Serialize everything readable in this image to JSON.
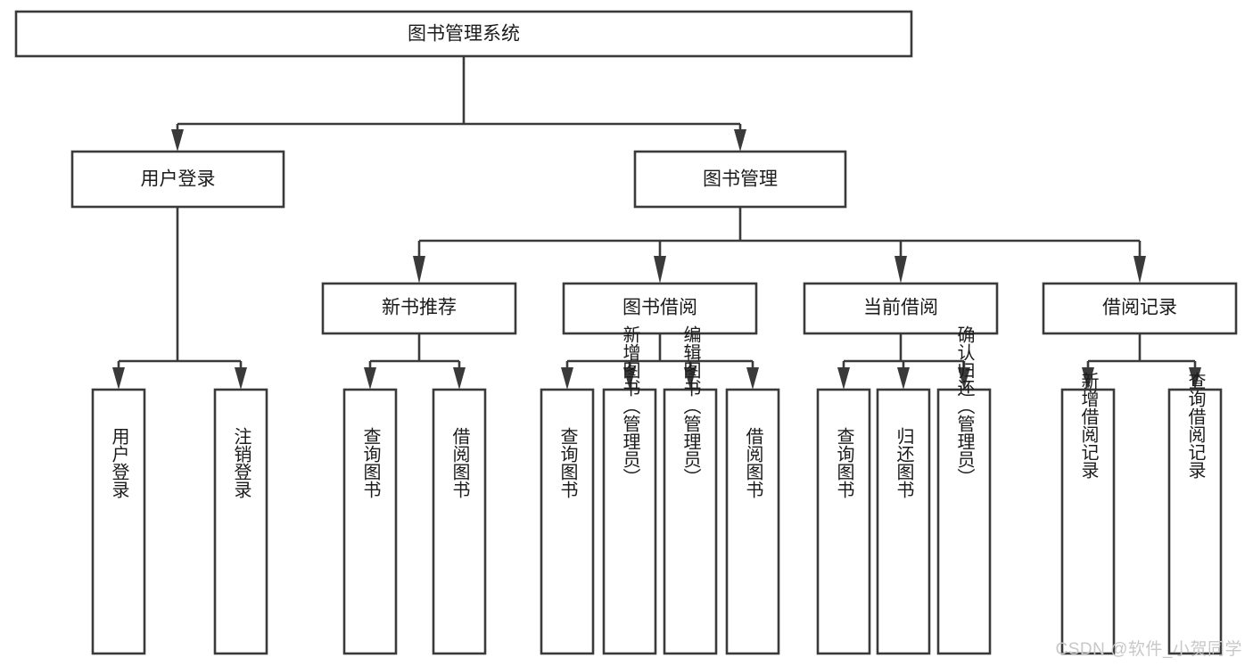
{
  "diagram": {
    "type": "tree-hierarchy-flowchart",
    "title": "图书管理系统",
    "watermark": "CSDN @软件_小贺同学",
    "colors": {
      "stroke": "#3a3a3a",
      "fill": "#ffffff",
      "text": "#1b1b1b",
      "watermark": "#c8c8c8",
      "background": "#ffffff"
    },
    "levels": {
      "root": {
        "label": "图书管理系统"
      },
      "level2": [
        {
          "label": "用户登录"
        },
        {
          "label": "图书管理"
        }
      ],
      "level3": [
        {
          "label": "新书推荐"
        },
        {
          "label": "图书借阅"
        },
        {
          "label": "当前借阅"
        },
        {
          "label": "借阅记录"
        }
      ],
      "level4": [
        {
          "label": "用户登录",
          "parent": "用户登录"
        },
        {
          "label": "注销登录",
          "parent": "用户登录"
        },
        {
          "label": "查询图书",
          "parent": "新书推荐"
        },
        {
          "label": "借阅图书",
          "parent": "新书推荐"
        },
        {
          "label": "查询图书",
          "parent": "图书借阅"
        },
        {
          "label": "新增图书（管理员）",
          "parent": "图书借阅"
        },
        {
          "label": "编辑图书（管理员）",
          "parent": "图书借阅"
        },
        {
          "label": "借阅图书",
          "parent": "图书借阅"
        },
        {
          "label": "查询图书",
          "parent": "当前借阅"
        },
        {
          "label": "归还图书",
          "parent": "当前借阅"
        },
        {
          "label": "确认归还（管理员）",
          "parent": "当前借阅"
        },
        {
          "label": "新增借阅记录",
          "parent": "借阅记录"
        },
        {
          "label": "查询借阅记录",
          "parent": "借阅记录"
        }
      ]
    },
    "nodes": {
      "root": "图书管理系统",
      "n_user_login": "用户登录",
      "n_book_mgmt": "图书管理",
      "n_new_book_rec": "新书推荐",
      "n_book_borrow": "图书借阅",
      "n_current_borrow": "当前借阅",
      "n_borrow_record": "借阅记录",
      "leaf_user_login": "用户登录",
      "leaf_logout": "注销登录",
      "leaf_query_book_1": "查询图书",
      "leaf_borrow_book_1": "借阅图书",
      "leaf_query_book_2": "查询图书",
      "leaf_add_book": "新增图书（管理员）",
      "leaf_edit_book": "编辑图书（管理员）",
      "leaf_borrow_book_2": "借阅图书",
      "leaf_query_book_3": "查询图书",
      "leaf_return_book": "归还图书",
      "leaf_confirm_return": "确认归还（管理员）",
      "leaf_add_record": "新增借阅记录",
      "leaf_query_record": "查询借阅记录"
    }
  }
}
